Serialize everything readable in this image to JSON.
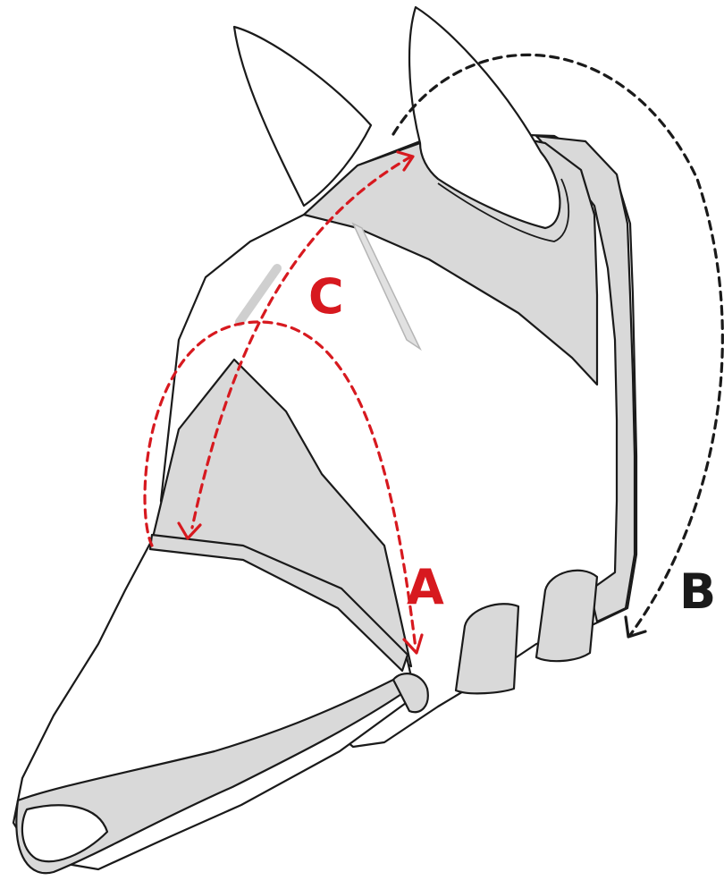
{
  "diagram": {
    "measurements": [
      {
        "id": "A",
        "label": "A",
        "color": "#d7191f"
      },
      {
        "id": "B",
        "label": "B",
        "color": "#1a1a1a"
      },
      {
        "id": "C",
        "label": "C",
        "color": "#d7191f"
      }
    ]
  }
}
